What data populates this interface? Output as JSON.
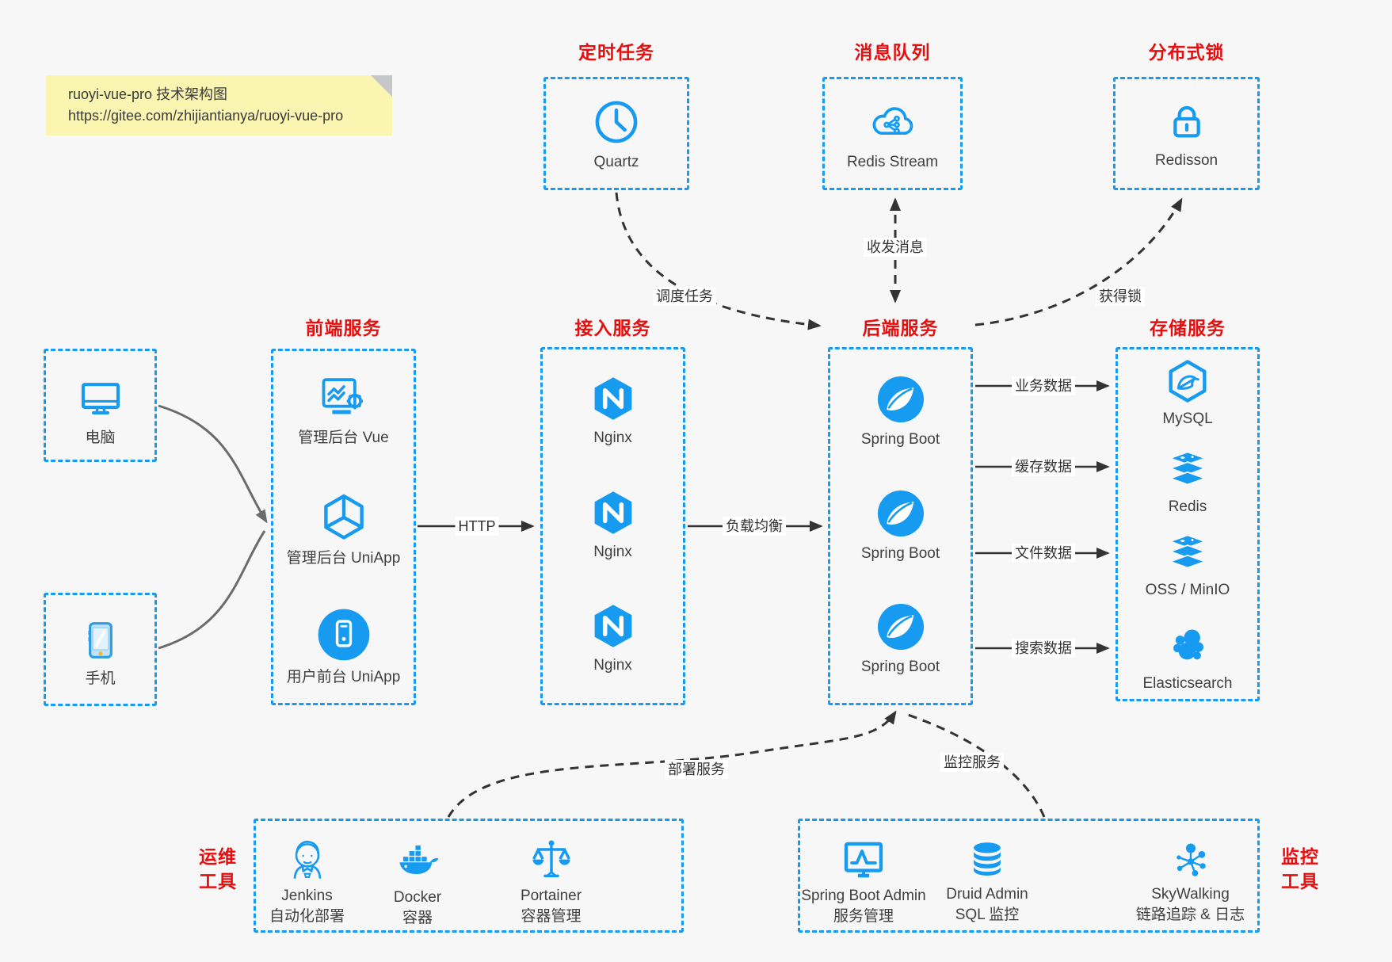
{
  "colors": {
    "accent": "#169bf0",
    "title_red": "#e60f0f",
    "arrow_dark": "#333333",
    "client_arrow_gray": "#6b6b6b",
    "note_bg": "#faf5b1"
  },
  "note": {
    "title": "ruoyi-vue-pro 技术架构图",
    "url": "https://gitee.com/zhijiantianya/ruoyi-vue-pro"
  },
  "clients": [
    {
      "label": "电脑",
      "icon": "desktop-icon"
    },
    {
      "label": "手机",
      "icon": "smartphone-icon"
    }
  ],
  "top_services": [
    {
      "title": "定时任务",
      "label": "Quartz",
      "icon": "clock-icon"
    },
    {
      "title": "消息队列",
      "label": "Redis Stream",
      "icon": "cloud-stream-icon"
    },
    {
      "title": "分布式锁",
      "label": "Redisson",
      "icon": "lock-icon"
    }
  ],
  "columns": {
    "frontend": {
      "title": "前端服务",
      "items": [
        "管理后台 Vue",
        "管理后台 UniApp",
        "用户前台 UniApp"
      ],
      "icons": [
        "admin-vue-icon",
        "cube-icon",
        "mobile-app-icon"
      ]
    },
    "gateway": {
      "title": "接入服务",
      "items": [
        "Nginx",
        "Nginx",
        "Nginx"
      ],
      "icons": [
        "nginx-icon",
        "nginx-icon",
        "nginx-icon"
      ]
    },
    "backend": {
      "title": "后端服务",
      "items": [
        "Spring Boot",
        "Spring Boot",
        "Spring Boot"
      ],
      "icons": [
        "spring-boot-icon",
        "spring-boot-icon",
        "spring-boot-icon"
      ]
    },
    "storage": {
      "title": "存储服务",
      "items": [
        "MySQL",
        "Redis",
        "OSS / MinIO",
        "Elasticsearch"
      ],
      "icons": [
        "mysql-icon",
        "redis-stack-icon",
        "redis-stack-icon",
        "elasticsearch-icon"
      ]
    }
  },
  "ops": {
    "title_lines": [
      "运维",
      "工具"
    ],
    "items": [
      {
        "name": "Jenkins",
        "desc": "自动化部署",
        "icon": "jenkins-icon"
      },
      {
        "name": "Docker",
        "desc": "容器",
        "icon": "docker-whale-icon"
      },
      {
        "name": "Portainer",
        "desc": "容器管理",
        "icon": "scales-icon"
      }
    ]
  },
  "monitoring": {
    "title_lines": [
      "监控",
      "工具"
    ],
    "items": [
      {
        "name": "Spring Boot Admin",
        "desc": "服务管理",
        "icon": "monitor-chart-icon"
      },
      {
        "name": "Druid Admin",
        "desc": "SQL 监控",
        "icon": "database-icon"
      },
      {
        "name": "SkyWalking",
        "desc": "链路追踪 & 日志",
        "icon": "network-graph-icon"
      }
    ]
  },
  "edges": {
    "http": "HTTP",
    "load_balance": "负载均衡",
    "business_data": "业务数据",
    "cache_data": "缓存数据",
    "file_data": "文件数据",
    "search_data": "搜索数据",
    "schedule_task": "调度任务",
    "send_receive_msg": "收发消息",
    "acquire_lock": "获得锁",
    "deploy_service": "部署服务",
    "monitor_service": "监控服务"
  }
}
